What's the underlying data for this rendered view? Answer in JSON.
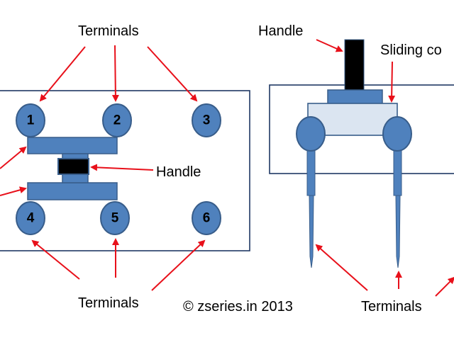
{
  "left_diagram": {
    "terminal_numbers": [
      "1",
      "2",
      "3",
      "4",
      "5",
      "6"
    ],
    "top_label": "Terminals",
    "bottom_label": "Terminals",
    "handle_label": "Handle"
  },
  "right_diagram": {
    "handle_label": "Handle",
    "contact_label": "Sliding co",
    "terminals_label": "Terminals"
  },
  "copyright": "© zseries.in 2013",
  "colors": {
    "terminal_fill": "#4f81bd",
    "terminal_stroke": "#385d8a",
    "arrow": "#e8101a",
    "frame": "#1f3864",
    "contact_fill": "#dbe5f1",
    "handle": "#000000"
  }
}
